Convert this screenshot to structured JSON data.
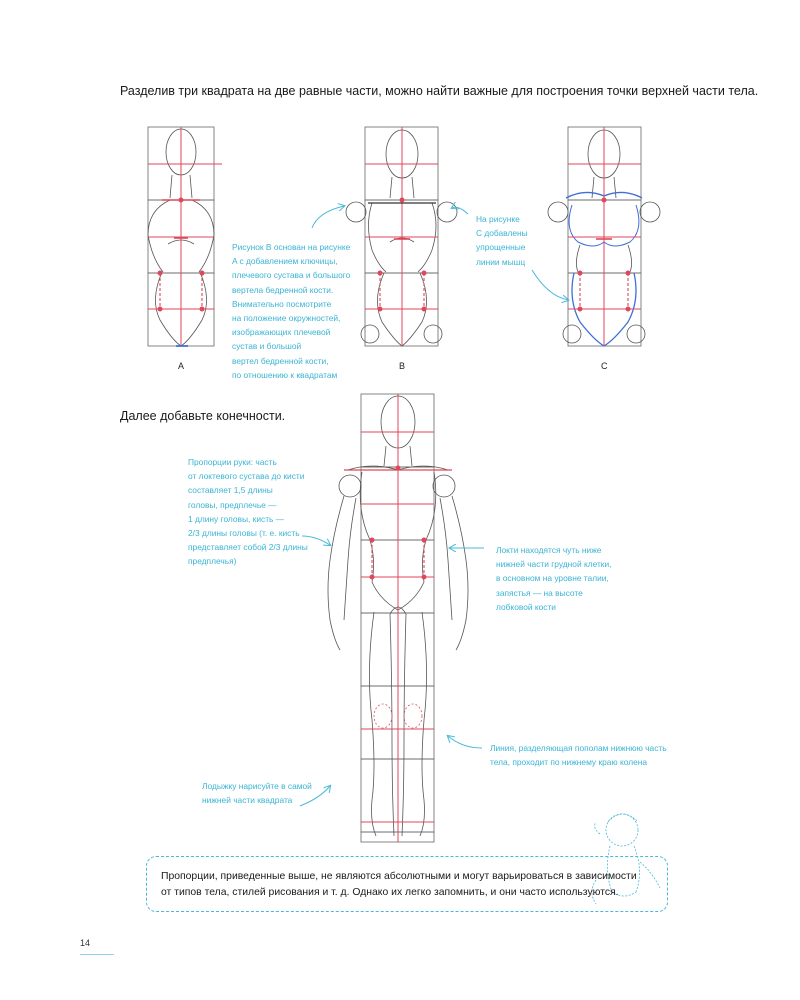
{
  "intro_text": "Разделив три квадрата на две равные части, можно найти важные для построения точки верхней части тела.",
  "section_heading": "Далее добавьте конечности.",
  "figures": {
    "a": "A",
    "b": "B",
    "c": "C"
  },
  "note_b": [
    "Рисунок B основан на рисунке",
    "A с добавлением ключицы,",
    "плечевого сустава и большого",
    "вертела бедренной кости.",
    "Внимательно посмотрите",
    "на положение окружностей,",
    "изображающих плечевой",
    "сустав и большой",
    "вертел бедренной кости,",
    "по отношению к квадратам"
  ],
  "note_c": [
    "На рисунке",
    "C добавлены",
    "упрощенные",
    "линии мышц"
  ],
  "note_arm": [
    "Пропорции руки: часть",
    "от локтевого сустава до кисти",
    "составляет 1,5 длины",
    "головы, предплечье —",
    "1 длину головы, кисть —",
    "2/3 длины головы (т. е. кисть",
    "представляет собой 2/3 длины",
    "предплечья)"
  ],
  "note_elbow": [
    "Локти находятся чуть ниже",
    "нижней части грудной клетки,",
    "в основном на уровне талии,",
    "запястья — на высоте",
    "лобковой кости"
  ],
  "note_knee": [
    "Линия, разделяющая пополам нижнюю часть",
    "тела, проходит по нижнему краю колена"
  ],
  "note_ankle": [
    "Лодыжку нарисуйте в самой",
    "нижней части квадрата"
  ],
  "callout": [
    "Пропорции, приведенные выше, не являются абсолютными и могут варьироваться в зависимости",
    "от типов тела, стилей рисования и т. д. Однако их легко запомнить, и они часто используются."
  ],
  "page_number": "14",
  "colors": {
    "accent": "#49b9d9",
    "guide": "#e0475a",
    "muscle": "#3f6fd6",
    "sketch": "#555555"
  }
}
